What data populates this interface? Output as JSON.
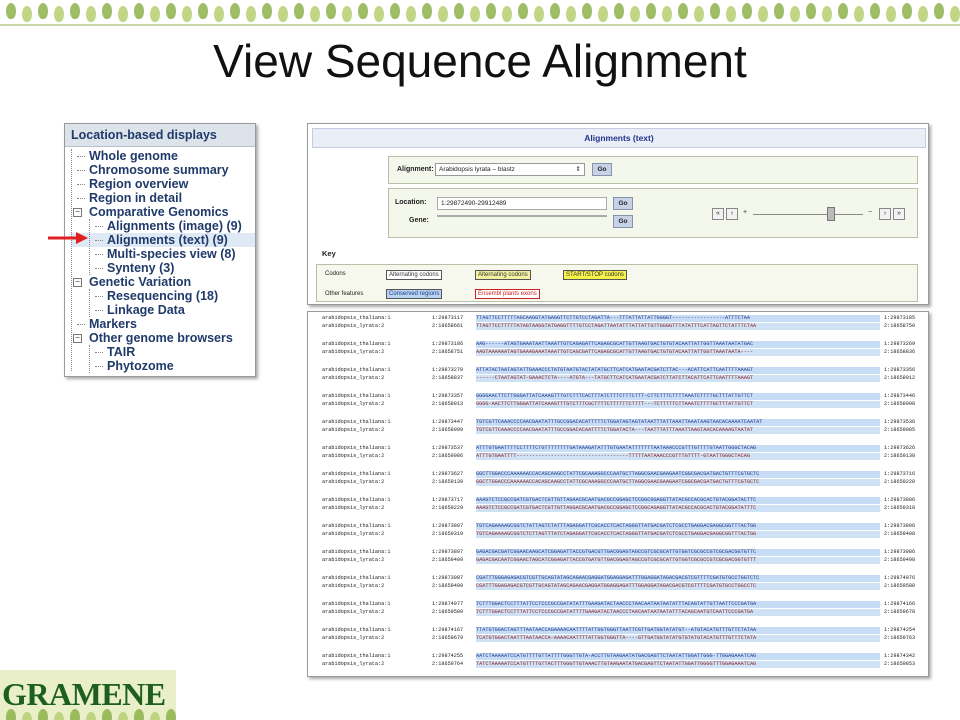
{
  "slide": {
    "title": "View Sequence Alignment",
    "logo_text": "GRAMENE"
  },
  "tree": {
    "header": "Location-based displays",
    "items": [
      {
        "label": "Whole genome",
        "level": 1,
        "expander": ""
      },
      {
        "label": "Chromosome summary",
        "level": 1,
        "expander": ""
      },
      {
        "label": "Region overview",
        "level": 1,
        "expander": ""
      },
      {
        "label": "Region in detail",
        "level": 1,
        "expander": ""
      },
      {
        "label": "Comparative Genomics",
        "level": 0,
        "expander": "−"
      },
      {
        "label": "Alignments (image) (9)",
        "level": 2,
        "expander": ""
      },
      {
        "label": "Alignments (text) (9)",
        "level": 2,
        "expander": "",
        "selected": true
      },
      {
        "label": "Multi-species view (8)",
        "level": 2,
        "expander": ""
      },
      {
        "label": "Synteny (3)",
        "level": 2,
        "expander": ""
      },
      {
        "label": "Genetic Variation",
        "level": 0,
        "expander": "−"
      },
      {
        "label": "Resequencing (18)",
        "level": 2,
        "expander": ""
      },
      {
        "label": "Linkage Data",
        "level": 2,
        "expander": ""
      },
      {
        "label": "Markers",
        "level": 1,
        "expander": ""
      },
      {
        "label": "Other genome browsers",
        "level": 0,
        "expander": "−"
      },
      {
        "label": "TAIR",
        "level": 2,
        "expander": ""
      },
      {
        "label": "Phytozome",
        "level": 2,
        "expander": ""
      }
    ],
    "arrow_color": "#e02020"
  },
  "panel": {
    "title": "Alignments (text)",
    "alignment_label": "Alignment:",
    "alignment_value": "Arabidopsis lyrata – blastz",
    "go_label": "Go",
    "location_label": "Location:",
    "location_value": "1:29872490-29912489",
    "gene_label": "Gene:",
    "gene_value": "",
    "key_title": "Key",
    "codons_label": "Codons",
    "other_features_label": "Other features",
    "key_items": [
      {
        "label": "Alternating codons",
        "bg": "#ffffff",
        "border": "#555555",
        "color": "#333333"
      },
      {
        "label": "Alternating codons",
        "bg": "#f4f2a0",
        "border": "#555555",
        "color": "#333333"
      },
      {
        "label": "START/STOP codons",
        "bg": "#f7f24a",
        "border": "#555555",
        "color": "#333333"
      },
      {
        "label": "Conserved regions",
        "bg": "#b9d4f1",
        "border": "#555555",
        "color": "#1f3a8a"
      },
      {
        "label": "Ensembl plants exons",
        "bg": "#ffffff",
        "border": "#cc2222",
        "color": "#cc2222"
      }
    ],
    "nav_buttons": [
      "«",
      "‹",
      "+",
      "−",
      "›",
      "»"
    ]
  },
  "alignment": {
    "blocks": [
      {
        "a_start": "1:29873117",
        "a_seq": "TTAGTTCCTTTTTAGCAAGGTATGAGGTTCTTGTCCTAGATTA---TTTATTATTATTGGGGT-----------------ATTTCTAA",
        "a_end": "1:29873185",
        "b_start": "2:18658661",
        "b_seq": "TTAGTTCCTTTTTATAGTAAGGTATGAGGTTTTGTCCTAGATTAATATTTATTATTGTTGGGGTTTATATTTCATTAGTTCTATTTCTAA",
        "b_end": "2:18658750"
      },
      {
        "a_start": "1:29873186",
        "a_seq": "AAG------ATAGTGAAATAATTAAATTGTCAGAGATTCAGAGCGCATTGTTAAGTGACTGTGTACAATTATTGGTTAAATAATATGAC",
        "a_end": "1:29873269",
        "b_start": "2:18658751",
        "b_seq": "AAGTAAAAAATAGTGAAAGAAATAAATTGTCAGCGATTCAGAGCGCATTGTTAAGTGACTGTGTACAATTATTGGTTAAATAATA----",
        "b_end": "2:18658836"
      },
      {
        "a_start": "1:29873270",
        "a_seq": "ATTATACTAATAGTATTGAAACCCTATGTAATGTACTATATGCTTCATCATGAATACGATCTTAC---ACATTCATTCAATTTTAAAGT",
        "a_end": "1:29873356",
        "b_start": "2:18658837",
        "b_seq": "------CTAATAGTAT-GAAACTCTA----ATGTA---TATGCTTCATCATGAATACGATCTTATCTTACATTCATTCAATTTTAAAGT",
        "b_end": "2:18658912"
      },
      {
        "a_start": "1:29873357",
        "a_seq": "GGGGAACTTCTTGGGATTATCAAAGTTTGTCTTTCACTTTATCTTTCTTTCTTT-CTTCTTTCTTTTAAATCTTTTGCTTTATTGTTCT",
        "a_end": "1:29873446",
        "b_start": "2:18658913",
        "b_seq": "GGGG-AACTTCTTGGGATTATCAAAGTTTGTCTTTCGCTTTTCTTTTTTCTTTT---TCTTTTTCTTAAATCTTTTGCTTTATTGTTCT",
        "b_end": "2:18658998"
      },
      {
        "a_start": "1:29873447",
        "a_seq": "TGTCGTTCAAACCCCAACGAATATTTGCCGGACACATTTTTCTGGATAGTAGTATAATTTATTAAATTAAATAAGTAACACAAAATCAATAT",
        "a_end": "1:29873536",
        "b_start": "2:18658999",
        "b_seq": "TGTCGTTCAAACCCCAACGAATATTTGCCGGACACAATTTTCTGGATACTA---TAATTTATTTAAATTAAGTAACACAAAAGTAATAT",
        "b_end": "2:18659085"
      },
      {
        "a_start": "1:29873537",
        "a_seq": "ATTTGTGAATTTTCCTTTTCTGTTTTTTTTGATAAAGATATTTGTGAATATTTTTTTAATAAACCCGTTTGTTTTGTAATTGGGCTACAG",
        "a_end": "1:29873626",
        "b_start": "2:18659086",
        "b_seq": "ATTTGTGAATTTT------------------------------------TTTTTAATAAACCCGTTTGTTTT-GTAATTGGGCTACAG",
        "b_end": "2:18659138"
      },
      {
        "a_start": "1:29873627",
        "a_seq": "GGCTTGGACCCAAAAAACCACAGCAAGCCTATTCGCAAAGGCCCAATGCTTAGGCGAACGAAGAATCGGCGACGATGACTGTTTCGTGCTC",
        "a_end": "1:29873716",
        "b_start": "2:18659139",
        "b_seq": "GGCTTGGACCCAAAAAACCACAGCAAGCCTATTCGCAAAGGCCCAATGCTTAGGCGAACGAAGAATCGGCGACGATGACTGTTTCGTGCTC",
        "b_end": "2:18659228"
      },
      {
        "a_start": "1:29873717",
        "a_seq": "AAAGTCTCCGCCGATCGTGACTCGTTGTTAGAACGCAATGACGCCGGAGCTCCGGCGGAGGTTATACGCCACGCACTGTACGGATACTTC",
        "a_end": "1:29873806",
        "b_start": "2:18659229",
        "b_seq": "AAAGTCTCCGCCGATCGTGACTCGTTGTTAGGACGCAATGACGCCGGAGCTCCGGCAGAGGTTATACGCCACGCACTGTACGGATATTTC",
        "b_end": "2:18659318"
      },
      {
        "a_start": "1:29873807",
        "a_seq": "TGTCAGAAAAGCGGTCTATTAGTCTATTTAGAGGATTCGCACCTCACTAGGGTTATGACGATCTCGCCTGAGGACGAGGCGGTTTACTGG",
        "a_end": "1:29873896",
        "b_start": "2:18659319",
        "b_seq": "TGTCAGAAAAGCGGTCTCTTAGTTTATCTAGAGGATTCGCACCTCACTAGGGTTATGACGATCTCGCCTGAGGACGAGGCGGTTTACTGG",
        "b_end": "2:18659408"
      },
      {
        "a_start": "1:29873897",
        "a_seq": "GAGACGACGATCGGAACAAGCATCGGAGATTACCGTGACGTTGACGGAGTAGCCGTCGCGCATTGTGGTCGCGCCGTCGCGACGGTGTTC",
        "a_end": "1:29873986",
        "b_start": "2:18659409",
        "b_seq": "GAGACGACAATCGGAACTAGCATCGGAGATTACCGTGATGTTGACGGAGTAGCCGTCGCGCATTGTGGTCGCGCCGTCGCGACGGTGTTT",
        "b_end": "2:18659498"
      },
      {
        "a_start": "1:29873987",
        "a_seq": "CGATTTGGGAGAGACGTCGTTGCAGTATAGCAGAACGAGGATGGAGGAGATTTGGAGGATAGACGACGTCGTTTTCGATGTGCCTGGTCTC",
        "a_end": "1:29874076",
        "b_start": "2:18659499",
        "b_seq": "CGATTTGGAGAGACGTCGTTGCAGTATAGCAGAACGAGGATGGAGGAGATTTGGAGGATAGACGACGTCGTTTTCGATGTGCCTGGCCTC",
        "b_end": "2:18659588"
      },
      {
        "a_start": "1:29874077",
        "a_seq": "TCTTTGGACTCCTTTATTCCTCCCGCCGATATATTTGAAGATACTAACCCTAACAATAATAATATTTACAGTATTGTTAATTCCCGATGA",
        "a_end": "1:29874166",
        "b_start": "2:18659589",
        "b_seq": "TCTTTGGACTCCTTTATTCCTCCCGCCGATATTTTGAAGATACTAACCCTAACAATAATAATATTTACAGCAATGTCAATTCCCGATGA",
        "b_end": "2:18659678"
      },
      {
        "a_start": "1:29874167",
        "a_seq": "TTATGTGGACTAGTTTAATAACCAGAAAACAATTTTATTGGTGGGTTAATTCGTTGATGGTATATGT--ATGTACATGTTTGTTCTATAA",
        "a_end": "1:29874254",
        "b_start": "2:18659679",
        "b_seq": "TCATGTGGACTAATTTAATAACCA-AAAACAATTTTATTGGTGGGTTA----GTTGATGGTATATGTGTATGTACATGTTTGTTTCTATA",
        "b_end": "2:18659763"
      },
      {
        "a_start": "1:29874255",
        "a_seq": "AATCTAAAAATCCATGTTTTGTTATTTTGGGTTGTA-ACCTTGTAAGAATATGACGAGTTCTAATATTGGATTGGG-TTGGAGAAATCAG",
        "a_end": "1:29874342",
        "b_start": "2:18659764",
        "b_seq": "TATCTAAAAATCCATGTTTTGTTACTTTGGGTTGTAAACTTGTAAGAATATGACGAGTTCTAATATTGGATTGGGGTTTGGAGAAATCAG",
        "b_end": "2:18659853"
      }
    ],
    "species_a": "arabidopsis_thaliana:1",
    "species_b": "arabidopsis_lyrata:2"
  }
}
